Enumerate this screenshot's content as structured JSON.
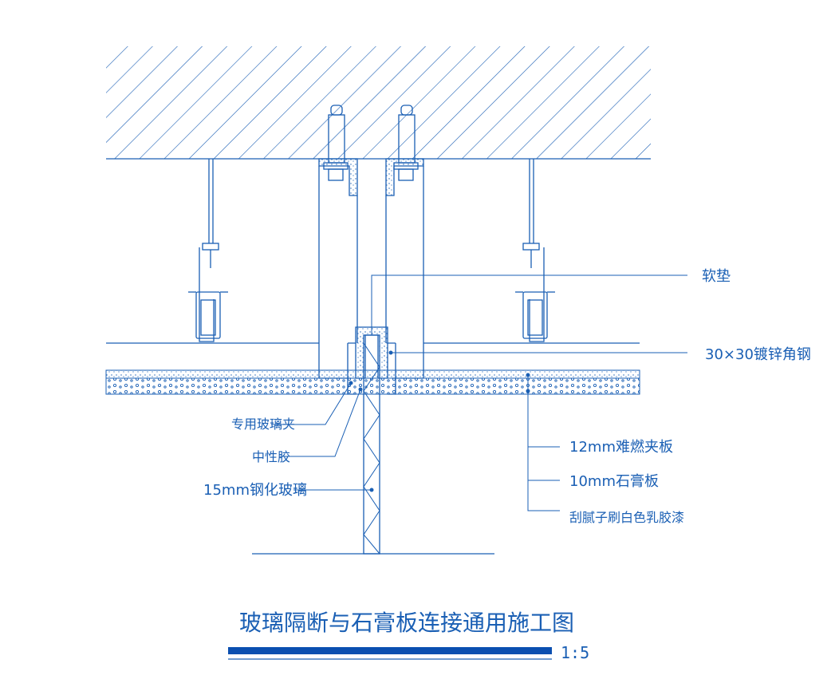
{
  "colors": {
    "line": "#1a5fb4",
    "title_bar": "#0b4fb0"
  },
  "labels": {
    "soft_pad": "软垫",
    "angle_steel": "30×30镀锌角钢",
    "glass_clip": "专用玻璃夹",
    "neutral_glue": "中性胶",
    "tempered_glass": "15mm钢化玻璃",
    "fire_board": "12mm难燃夹板",
    "gypsum_board": "10mm石膏板",
    "putty_paint": "刮腻子刷白色乳胶漆"
  },
  "title": "玻璃隔断与石膏板连接通用施工图",
  "scale": "1:5"
}
